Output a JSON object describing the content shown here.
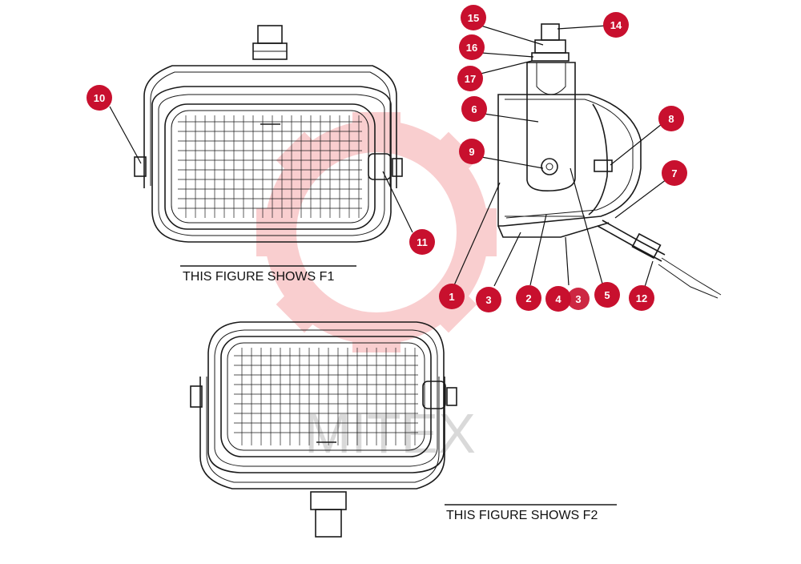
{
  "figures": {
    "f1_caption": "THIS FIGURE SHOWS  F1",
    "f2_caption": "THIS FIGURE SHOWS  F2"
  },
  "watermark": {
    "text": "MITEX",
    "logo_color": "#e8232a"
  },
  "callout_color": "#c8102e",
  "callouts": {
    "c1": "1",
    "c2": "2",
    "c3a": "3",
    "c3b": "3",
    "c4": "4",
    "c5": "5",
    "c6": "6",
    "c7": "7",
    "c8": "8",
    "c9": "9",
    "c10": "10",
    "c11": "11",
    "c12": "12",
    "c14": "14",
    "c15": "15",
    "c16": "16",
    "c17": "17"
  }
}
